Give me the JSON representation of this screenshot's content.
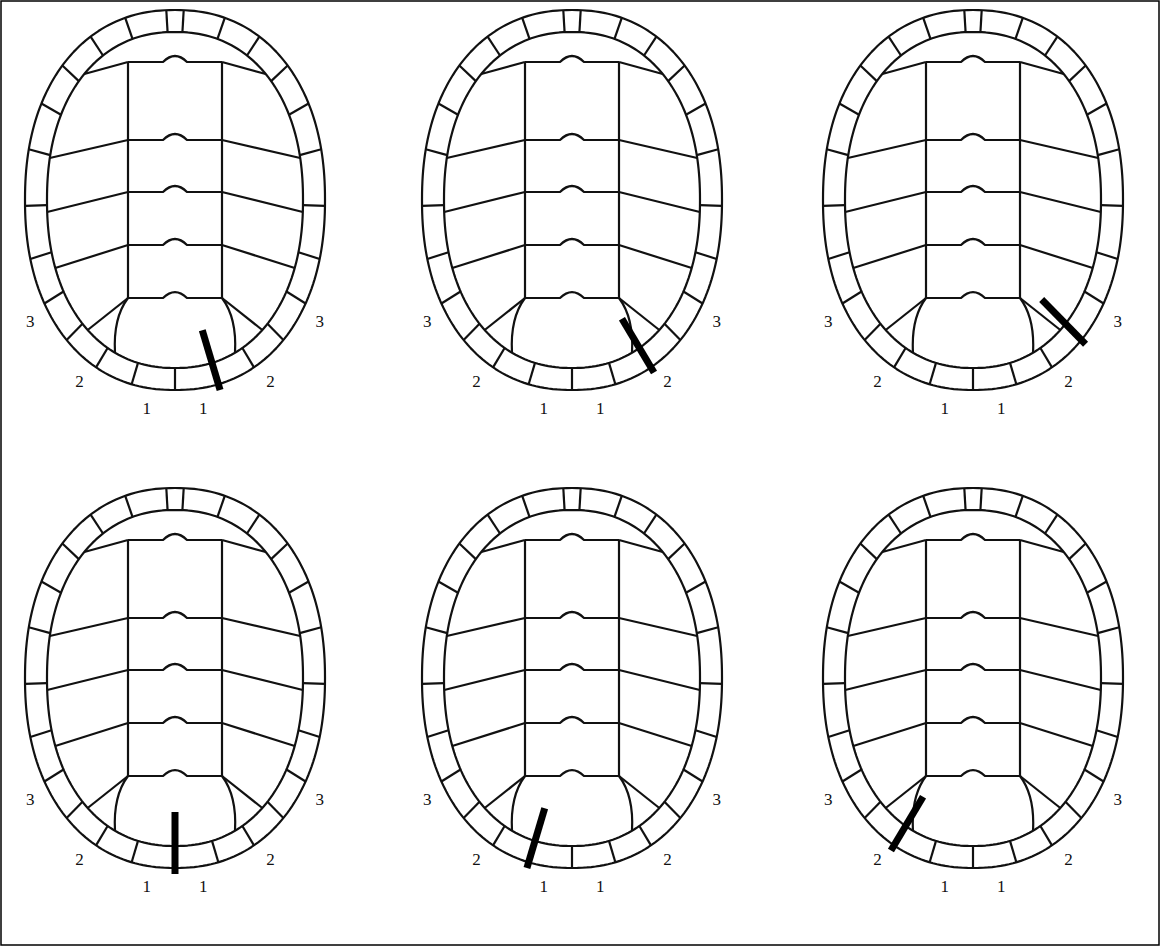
{
  "diagram": {
    "labels": [
      "3",
      "2",
      "1",
      "1",
      "2",
      "3",
      "3",
      "2",
      "1",
      "1",
      "2",
      "3",
      "3",
      "2",
      "1",
      "1",
      "2",
      "3",
      "3",
      "2",
      "1",
      "1",
      "2",
      "3",
      "3",
      "2",
      "1",
      "1",
      "2",
      "3",
      "3",
      "2",
      "1",
      "1",
      "2",
      "3"
    ]
  }
}
